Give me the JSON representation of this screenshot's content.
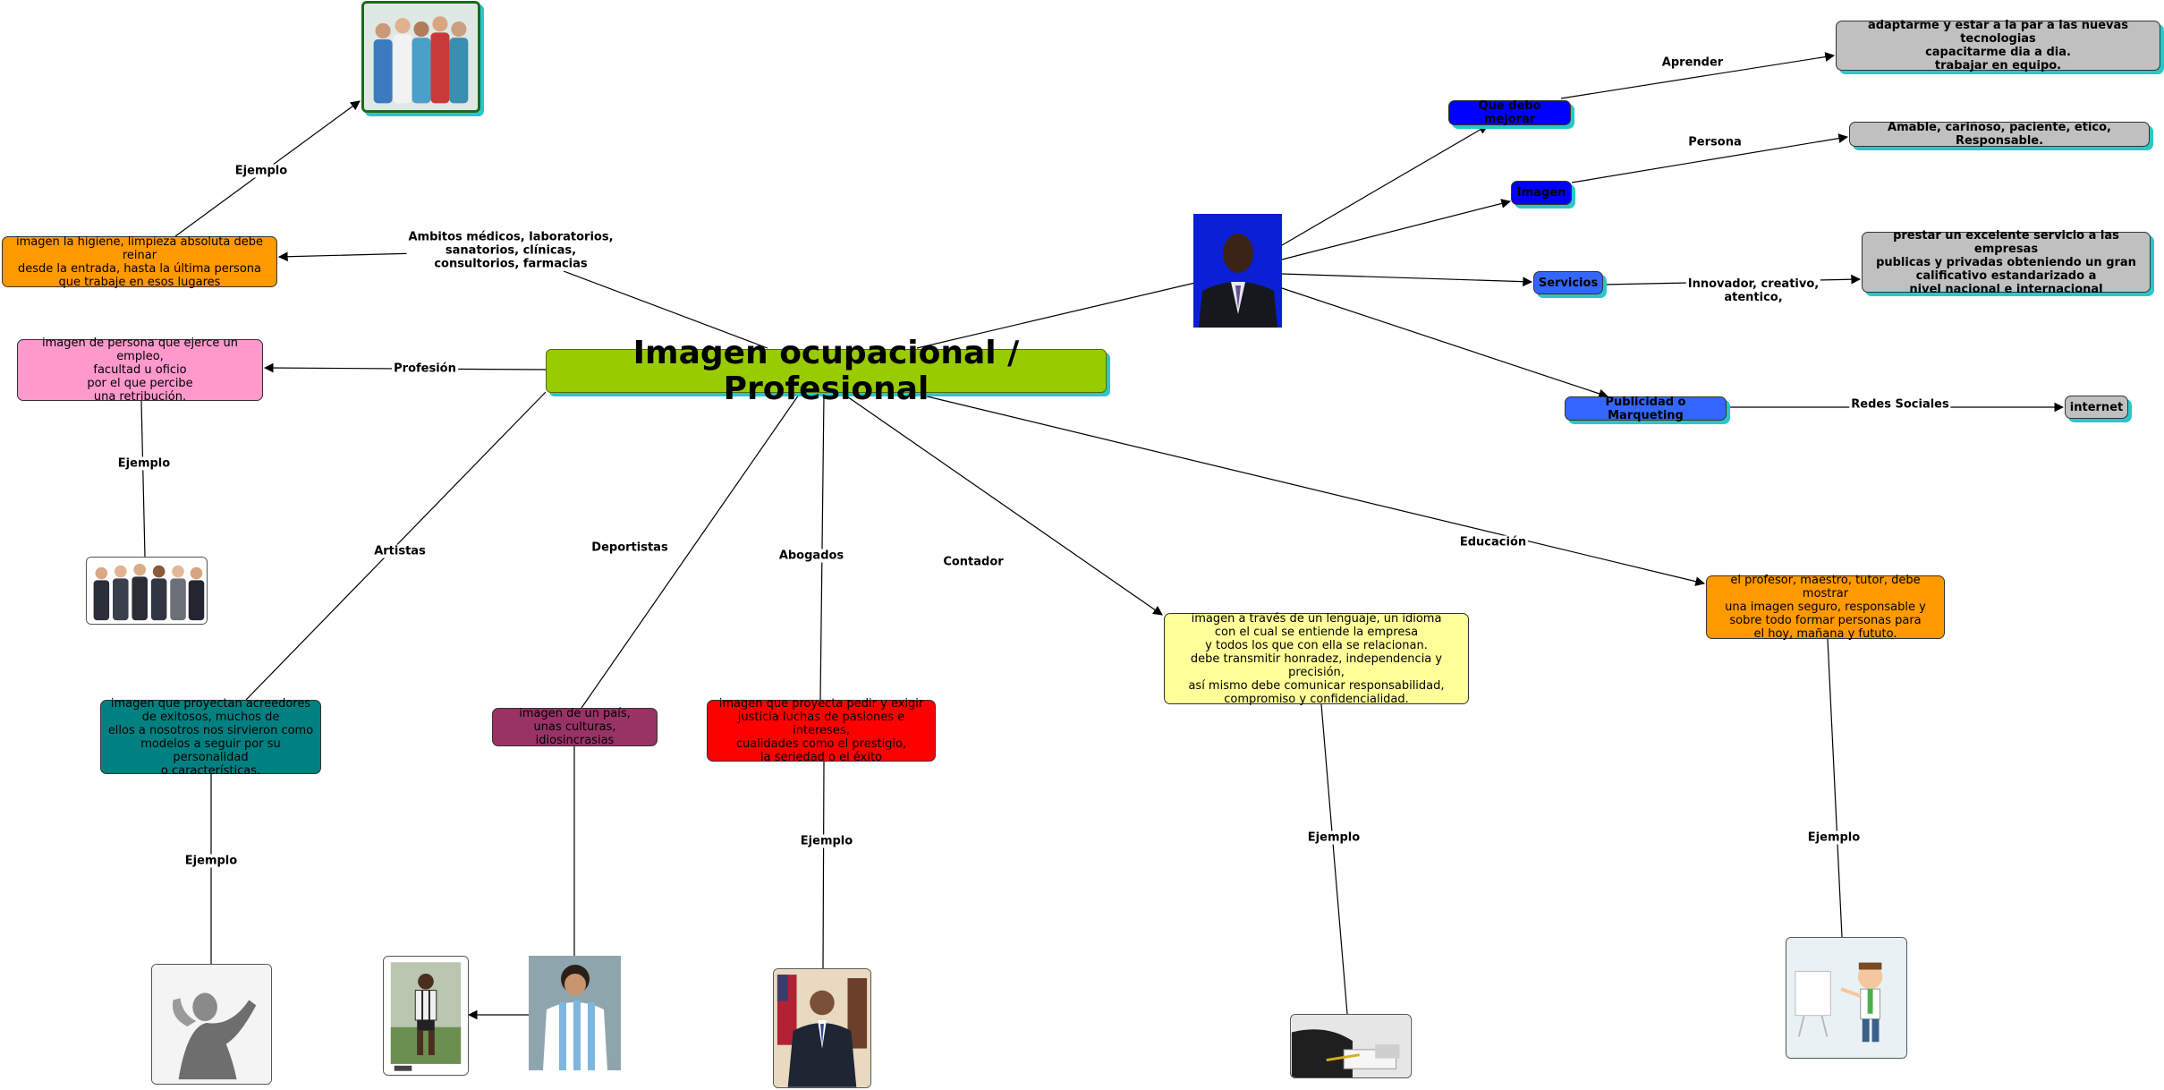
{
  "central": "Imagen ocupacional / Profesional",
  "nodes": {
    "hygiene": "imagen la higiene, limpieza absoluta debe reinar\ndesde la entrada, hasta la última persona\nque trabaje en esos lugares",
    "profession": "imagen de persona que ejerce un empleo,\nfacultad u  oficio\npor el que percibe\nuna retribución.",
    "artists": "imagen que proyectan acreedores\nde exitosos, muchos de\nellos a nosotros nos sirvieron como\nmodelos a seguir por su personalidad\no características.",
    "sports": "imagen de un país,\nunas culturas, idiosincrasias",
    "lawyers": "imagen que proyecta pedir y exigir\njusticia luchas de pasiones e intereses,\ncualidades como el prestigio,\nla seriedad o el éxito",
    "accountant": "imagen a través de un lenguaje, un idioma\ncon el cual se entiende la empresa\ny todos los que con ella se relacionan.\ndebe transmitir honradez, independencia y precisión,\nasí mismo debe comunicar responsabilidad,\ncompromiso y confidencialidad.",
    "education": "el profesor, maestro, tutor, debe mostrar\nuna imagen seguro, responsable y\nsobre todo formar personas para\nel hoy, mañana y fututo.",
    "improve": "Que debo mejorar",
    "image": "Imagen",
    "services": "Servicios",
    "marketing": "Publicidad o Marqueting",
    "learn_result": "adaptarme y estar a la par a las nuevas tecnologias\ncapacitarme dia a dia.\ntrabajar en equipo.",
    "person_result": "Amable, cariñoso, paciente, etico, Responsable.",
    "services_result": "prestar un excelente servicio a las empresas\npublicas y privadas obteniendo un gran\ncalificativo estandarizado a\nnivel nacional e internacional",
    "internet": "internet"
  },
  "labels": {
    "ambitos": "Ambitos médicos, laboratorios,\nsanatorios, clínicas,\nconsultorios, farmacias",
    "ejemplo_top": "Ejemplo",
    "profesion": "Profesión",
    "ejemplo_prof": "Ejemplo",
    "artistas": "Artistas",
    "deportistas": "Deportistas",
    "abogados": "Abogados",
    "contador": "Contador",
    "educacion": "Educación",
    "ejemplo_art": "Ejemplo",
    "ejemplo_law": "Ejemplo",
    "ejemplo_acc": "Ejemplo",
    "ejemplo_edu": "Ejemplo",
    "aprender": "Aprender",
    "persona": "Persona",
    "innovador": "Innovador, creativo,\natentico,",
    "redes": "Redes Sociales"
  },
  "colors": {
    "central": "#99cc00",
    "orange": "#ff9900",
    "pink": "#ff99cc",
    "teal": "#008080",
    "purple": "#993366",
    "red": "#ff0000",
    "yellow": "#ffff99",
    "grey": "#c0c0c0",
    "blue": "#0000ff",
    "shadow": "#28c8c8"
  }
}
